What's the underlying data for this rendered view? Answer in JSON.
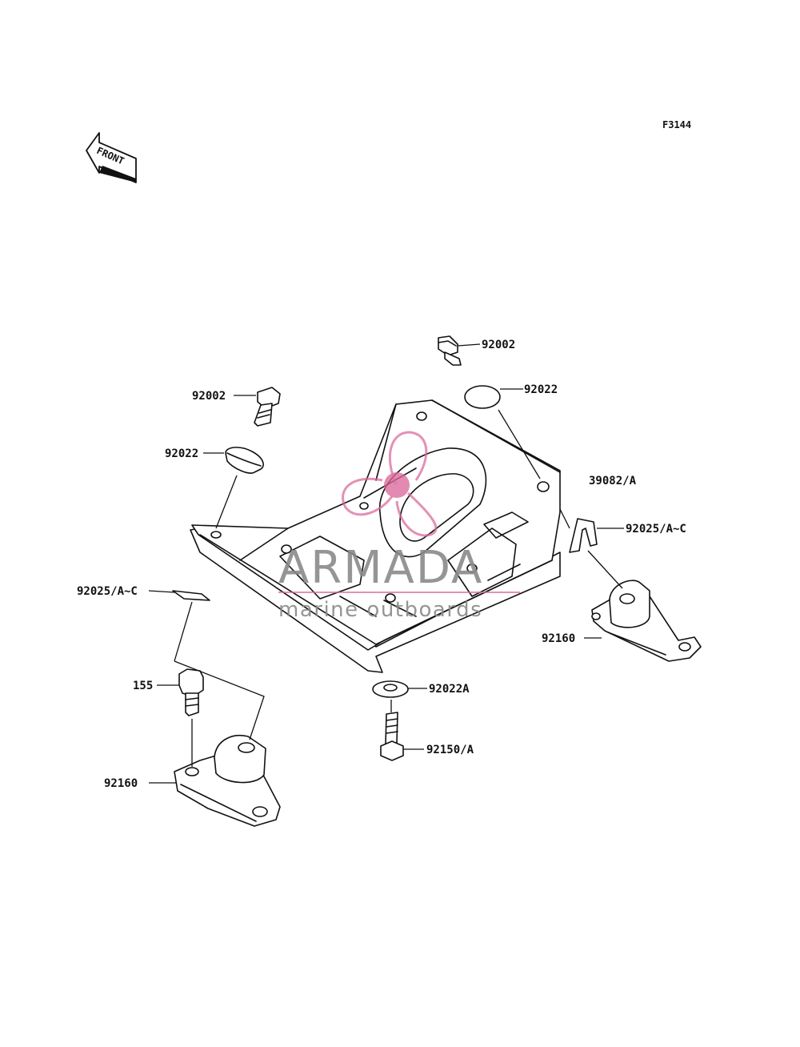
{
  "diagram_code": "F3144",
  "front_label": "FRONT",
  "watermark": {
    "brand": "ARMADA",
    "tagline": "marine outboards",
    "accent_color": "#d9669a"
  },
  "callouts": [
    {
      "id": "c1",
      "text": "92002"
    },
    {
      "id": "c2",
      "text": "92022"
    },
    {
      "id": "c3",
      "text": "92002"
    },
    {
      "id": "c4",
      "text": "92022"
    },
    {
      "id": "c5",
      "text": "39082/A"
    },
    {
      "id": "c6",
      "text": "92025/A~C"
    },
    {
      "id": "c7",
      "text": "92025/A~C"
    },
    {
      "id": "c8",
      "text": "92160"
    },
    {
      "id": "c9",
      "text": "155"
    },
    {
      "id": "c10",
      "text": "92022A"
    },
    {
      "id": "c11",
      "text": "92150/A"
    },
    {
      "id": "c12",
      "text": "92160"
    }
  ]
}
